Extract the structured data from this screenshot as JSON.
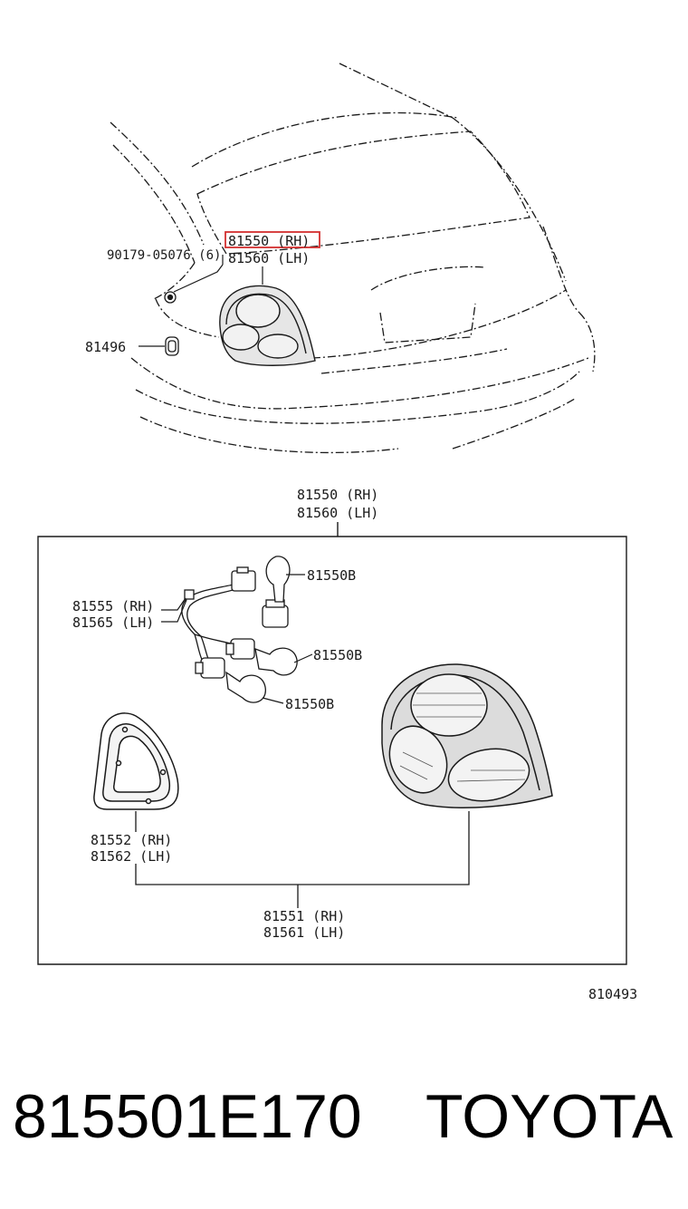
{
  "labels": {
    "top_rh": "81550 (RH)",
    "top_lh": "81560 (LH)",
    "screw": "90179-05076 (6)",
    "clip": "81496",
    "assy_rh": "81550 (RH)",
    "assy_lh": "81560 (LH)",
    "bulb_top": "81550B",
    "bulb_mid": "81550B",
    "bulb_bot": "81550B",
    "socket_rh": "81555 (RH)",
    "socket_lh": "81565 (LH)",
    "gasket_rh": "81552 (RH)",
    "gasket_lh": "81562 (LH)",
    "lens_rh": "81551 (RH)",
    "lens_lh": "81561 (LH)",
    "drawing_no": "810493"
  },
  "footer": {
    "part_number": "815501E170",
    "brand": "TOYOTA"
  },
  "colors": {
    "line": "#1a1a1a",
    "highlight": "#d32f2f",
    "lens_fill": "#e8e8e8"
  }
}
